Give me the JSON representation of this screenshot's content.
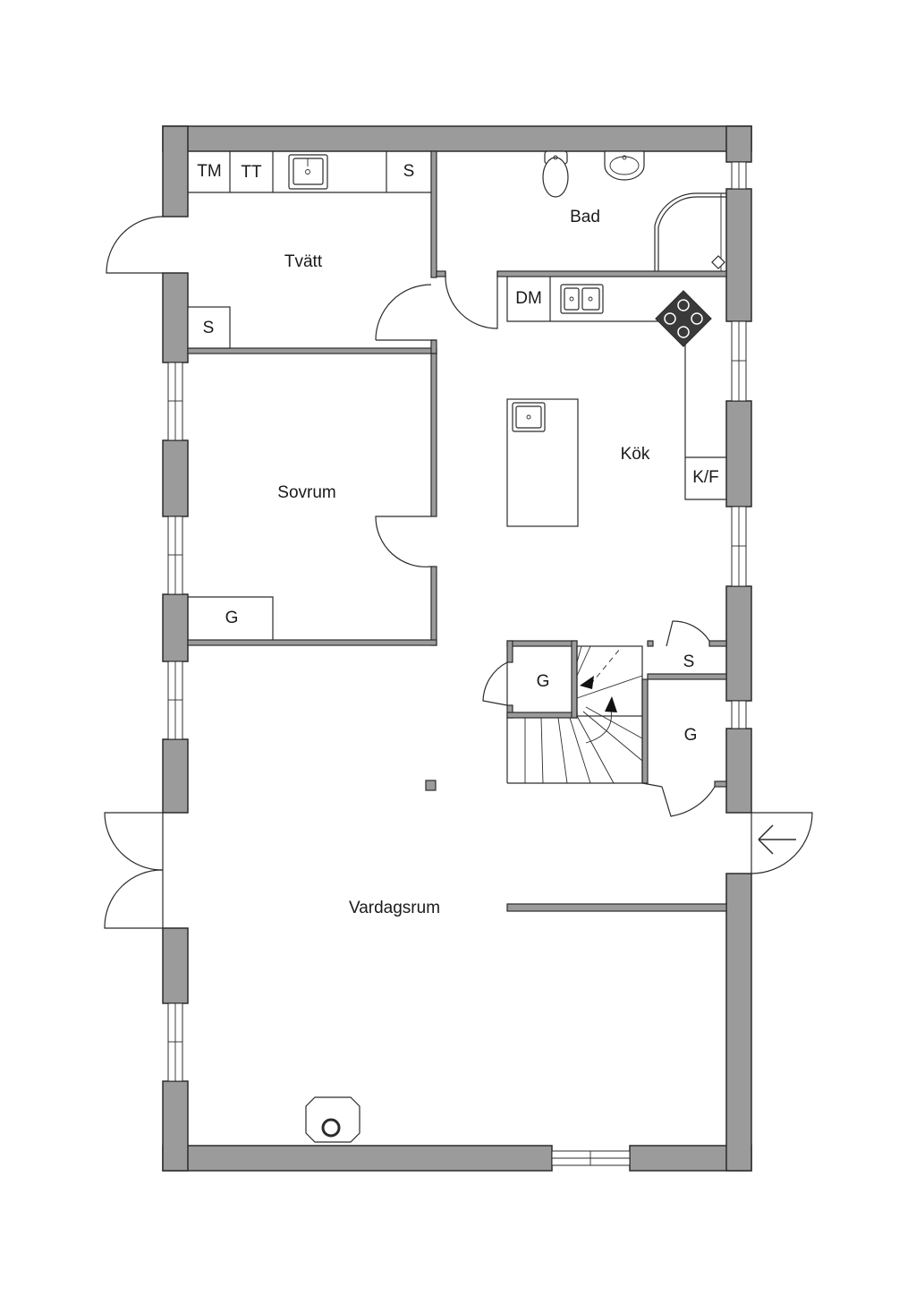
{
  "rooms": {
    "tvatt": "Tvätt",
    "bad": "Bad",
    "sovrum": "Sovrum",
    "kok": "Kök",
    "vardagsrum": "Vardagsrum"
  },
  "fixtures": {
    "tm": "TM",
    "tt": "TT",
    "s": "S",
    "dm": "DM",
    "kf": "K/F",
    "g": "G"
  },
  "icons": [
    "sink-icon",
    "toilet-icon",
    "washbasin-icon",
    "shower-icon",
    "stove-icon",
    "fireplace-icon",
    "entrance-arrow-icon",
    "stair-arrow-icon",
    "column-icon"
  ]
}
